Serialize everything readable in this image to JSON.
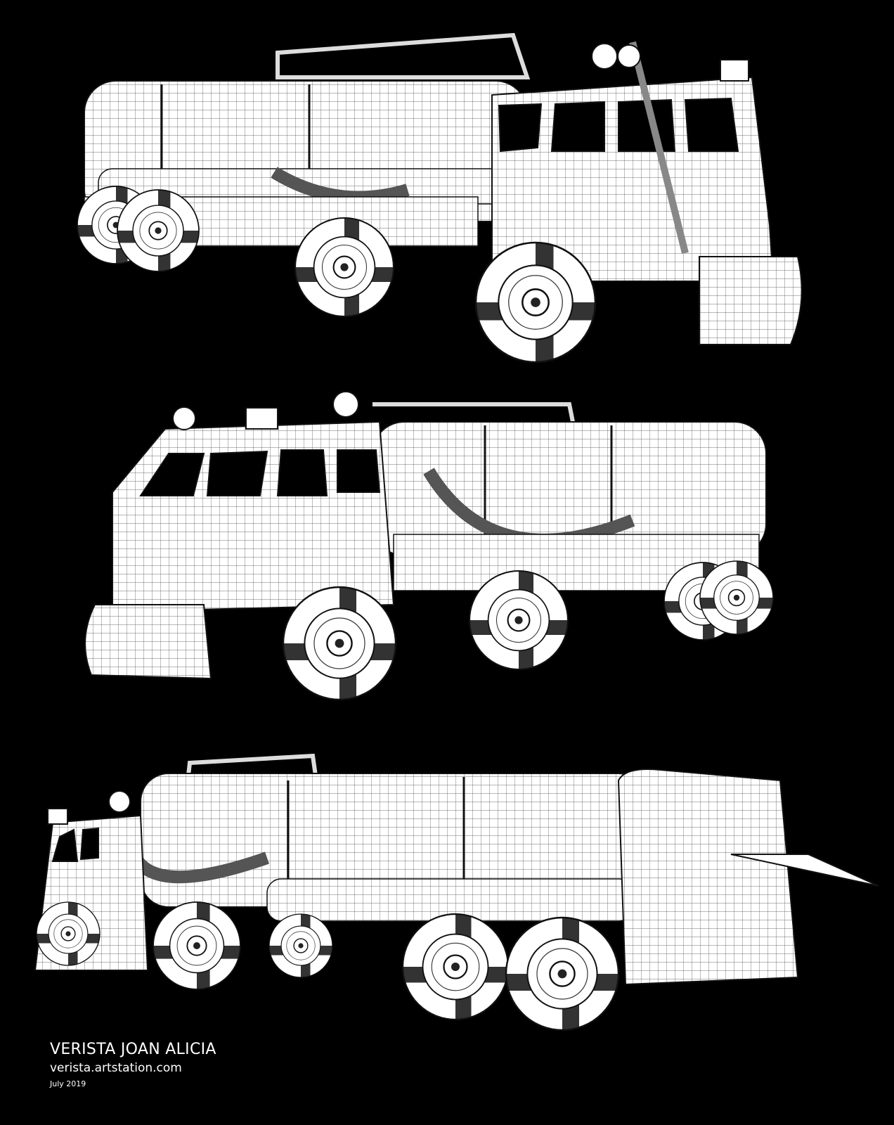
{
  "credits": {
    "author": "VERISTA JOAN ALICIA",
    "website": "verista.artstation.com",
    "date": "July 2019"
  },
  "colors": {
    "background": "#000000",
    "mesh_fill": "#ffffff",
    "wire": "#1a1a1a",
    "text": "#ffffff"
  },
  "artwork": {
    "views": [
      "front-three-quarter-right",
      "front-three-quarter-left",
      "side-rear-three-quarter"
    ]
  }
}
